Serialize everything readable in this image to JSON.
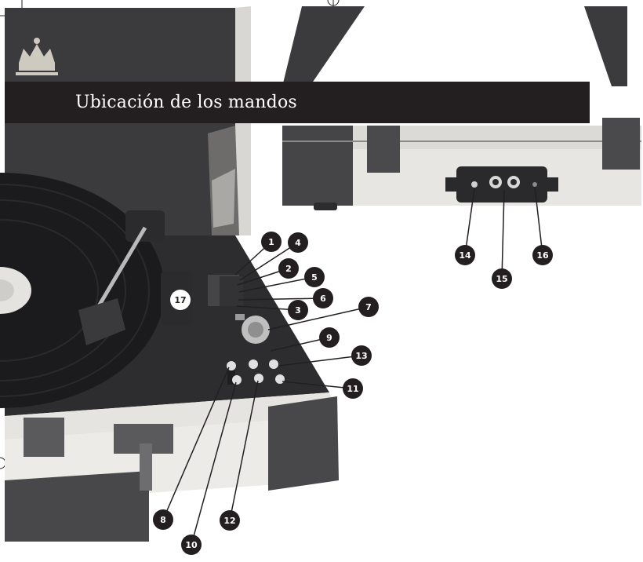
{
  "title": "Ubicación de los mandos",
  "callouts": [
    "1",
    "2",
    "3",
    "4",
    "5",
    "6",
    "7",
    "8",
    "9",
    "10",
    "11",
    "12",
    "13",
    "14",
    "15",
    "16",
    "17"
  ],
  "colors": {
    "title_bar": "#231f20",
    "callout": "#231f20",
    "case_grey": "#e8e6e2",
    "case_dark": "#3a3a3c"
  }
}
